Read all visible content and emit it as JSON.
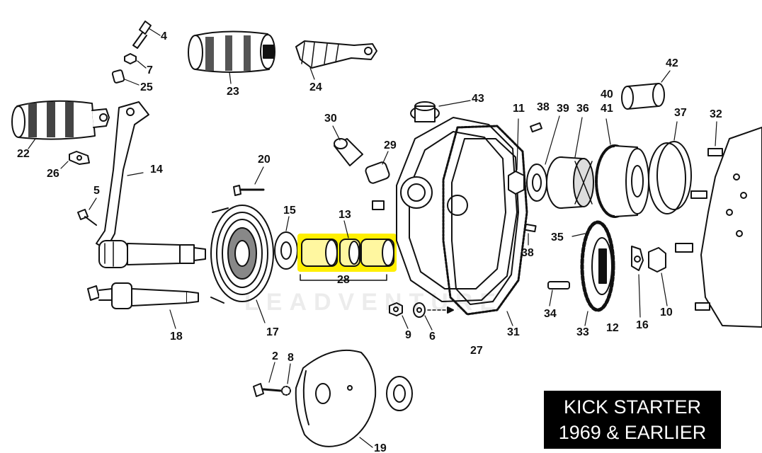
{
  "title": {
    "line1": "KICK STARTER",
    "line2": "1969 & EARLIER"
  },
  "watermark": "LEADVENTURE",
  "highlight_color": "#ffef00",
  "highlighted_parts": [
    "13",
    "28"
  ],
  "part_labels": {
    "p2": "2",
    "p4": "4",
    "p5": "5",
    "p6": "6",
    "p7": "7",
    "p8": "8",
    "p9": "9",
    "p10": "10",
    "p11": "11",
    "p12": "12",
    "p13": "13",
    "p14": "14",
    "p15": "15",
    "p16": "16",
    "p17": "17",
    "p18": "18",
    "p19": "19",
    "p20": "20",
    "p22": "22",
    "p23": "23",
    "p24": "24",
    "p25": "25",
    "p26": "26",
    "p27": "27",
    "p28": "28",
    "p29": "29",
    "p30": "30",
    "p31": "31",
    "p32": "32",
    "p33": "33",
    "p34": "34",
    "p35": "35",
    "p36": "36",
    "p37": "37",
    "p38a": "38",
    "p38b": "38",
    "p39": "39",
    "p40": "40",
    "p41": "41",
    "p42": "42",
    "p43": "43"
  }
}
